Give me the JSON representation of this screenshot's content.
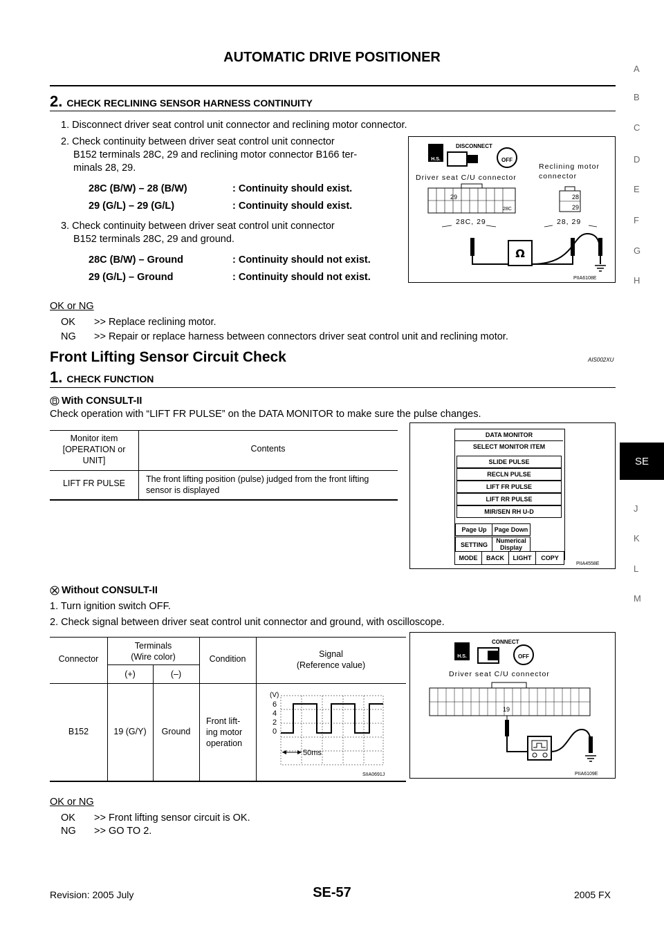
{
  "header": {
    "title": "AUTOMATIC DRIVE POSITIONER"
  },
  "tabs": [
    "A",
    "B",
    "C",
    "D",
    "E",
    "F",
    "G",
    "H",
    "SE",
    "J",
    "K",
    "L",
    "M"
  ],
  "active_tab": "SE",
  "step2": {
    "num": "2.",
    "title": "CHECK RECLINING SENSOR HARNESS CONTINUITY",
    "item1": "1.  Disconnect driver seat control unit connector and reclining motor connector.",
    "item2a": "2.  Check continuity between driver seat control unit connector",
    "item2b": "B152 terminals 28C, 29 and reclining motor connector B166 ter-",
    "item2c": "minals 28, 29.",
    "spec1_left": "28C (B/W) – 28 (B/W)",
    "spec1_right": ": Continuity should exist.",
    "spec2_left": "29 (G/L) – 29 (G/L)",
    "spec2_right": ": Continuity should exist.",
    "item3a": "3.  Check continuity between driver seat control unit connector",
    "item3b": "B152 terminals 28C, 29 and ground.",
    "spec3_left": "28C (B/W) – Ground",
    "spec3_right": ": Continuity should not exist.",
    "spec4_left": "29 (G/L) – Ground",
    "spec4_right": ": Continuity should not exist.",
    "okng": "OK or NG",
    "ok_label": "OK",
    "ok_text": ">> Replace reclining motor.",
    "ng_label": "NG",
    "ng_text": ">> Repair or replace harness between connectors driver seat control unit and reclining motor."
  },
  "fig1": {
    "disconnect": "DISCONNECT",
    "hs": "H.S.",
    "off": "OFF",
    "label_left": "Driver seat C/U connector",
    "label_right1": "Reclining motor",
    "label_right2": "connector",
    "pin29": "29",
    "pin28c": "28C",
    "pin28": "28",
    "pin29b": "29",
    "term_left": "28C, 29",
    "term_right": "28, 29",
    "ohm": "Ω",
    "code": "PIIA6108E"
  },
  "section": {
    "title": "Front Lifting Sensor Circuit Check",
    "code": "AIS002XU"
  },
  "step1": {
    "num": "1.",
    "title": "CHECK FUNCTION",
    "with_label": "With CONSULT-II",
    "with_text": "Check operation with “LIFT FR PULSE” on the DATA MONITOR to make sure the pulse changes.",
    "without_label": "Without CONSULT-II",
    "item1": "1.  Turn ignition switch OFF.",
    "item2": "2.  Check signal between driver seat control unit connector and ground, with oscilloscope.",
    "okng": "OK or NG",
    "ok_label": "OK",
    "ok_text": ">> Front lifting sensor circuit is OK.",
    "ng_label": "NG",
    "ng_text": ">> GO TO 2."
  },
  "monitor_table": {
    "h1a": "Monitor item",
    "h1b": "[OPERATION or",
    "h1c": "UNIT]",
    "h2": "Contents",
    "r1c1": "LIFT FR PULSE",
    "r1c2a": "The front lifting position (pulse) judged from the front lifting",
    "r1c2b": "sensor is displayed"
  },
  "fig2": {
    "title": "DATA MONITOR",
    "select": "SELECT MONITOR ITEM",
    "items": [
      "SLIDE PULSE",
      "RECLN PULSE",
      "LIFT FR PULSE",
      "LIFT RR PULSE",
      "MIR/SEN RH U-D"
    ],
    "page_up": "Page Up",
    "page_down": "Page Down",
    "setting": "SETTING",
    "numerical1": "Numerical",
    "numerical2": "Display",
    "mode": "MODE",
    "back": "BACK",
    "light": "LIGHT",
    "copy": "COPY",
    "code": "PIIA4558E"
  },
  "signal_table": {
    "connector": "Connector",
    "terminals1": "Terminals",
    "terminals2": "(Wire color)",
    "plus": "(+)",
    "minus": "(–)",
    "condition": "Condition",
    "signal1": "Signal",
    "signal2": "(Reference value)",
    "r_conn": "B152",
    "r_plus": "19 (G/Y)",
    "r_minus": "Ground",
    "r_cond1": "Front lift-",
    "r_cond2": "ing motor",
    "r_cond3": "operation",
    "scope_unit": "(V)",
    "scope_ticks": [
      "6",
      "4",
      "2",
      "0"
    ],
    "scope_time": "50ms",
    "scope_code": "SIIA0691J"
  },
  "fig3": {
    "connect": "CONNECT",
    "hs": "H.S.",
    "off": "OFF",
    "label": "Driver seat C/U connector",
    "pin": "19",
    "code": "PIIA6109E"
  },
  "footer": {
    "left": "Revision: 2005 July",
    "center": "SE-57",
    "right": "2005 FX"
  }
}
